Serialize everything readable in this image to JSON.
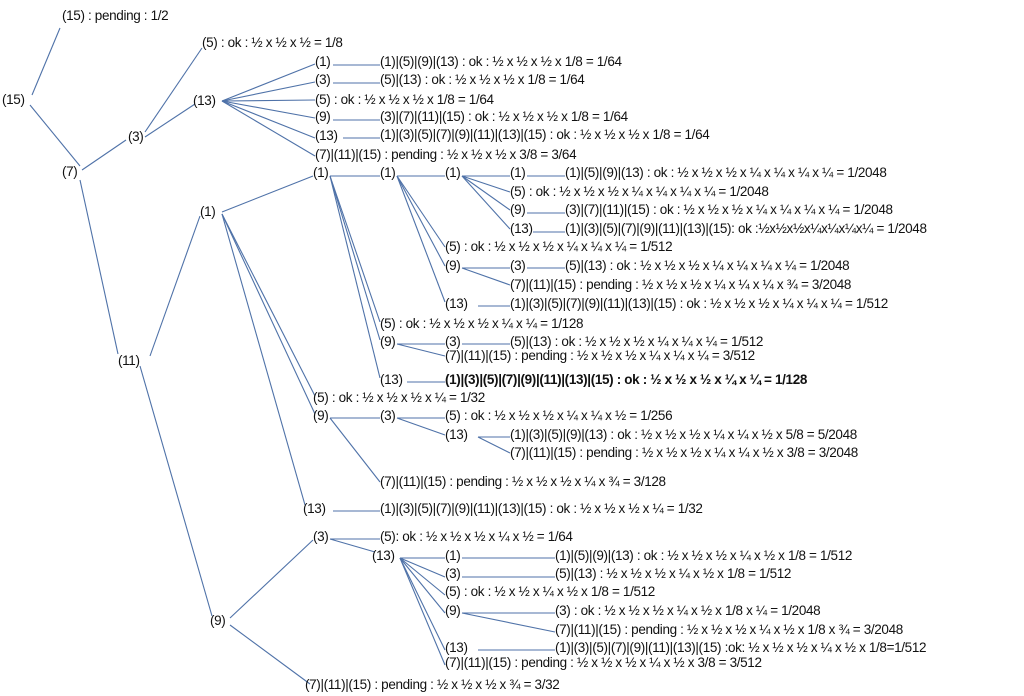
{
  "diagram": {
    "nodes": [
      "(15) : pending : 1/2",
      "(5) : ok : ½ x ½ x ½ = 1/8",
      "(15)",
      "(13)",
      "(3)",
      "(7)",
      "(1)",
      "(1)|(5)|(9)|(13) : ok : ½ x ½ x ½ x 1/8 = 1/64",
      "(3)",
      "(5)|(13) : ok : ½ x ½ x ½ x 1/8  = 1/64",
      "(5) : ok : ½ x ½ x ½ x 1/8 = 1/64",
      "(9)",
      "(3)|(7)|(11)|(15) : ok : ½ x ½ x ½ x 1/8 = 1/64",
      "(13)",
      "(1)|(3)|(5)|(7)|(9)|(11)|(13)|(15) : ok : ½ x ½ x ½ x 1/8 = 1/64",
      "(7)|(11)|(15) : pending : ½ x ½ x ½ x 3/8 = 3/64",
      "(1)",
      "(1)",
      "(1)",
      "(1)",
      "(1)|(5)|(9)|(13) : ok : ½ x ½ x ½ x ¼ x ¼ x ¼ x ¼  = 1/2048",
      "(5) : ok : ½ x ½ x ½ x ¼ x ¼ x ¼ x ¼ = 1/2048",
      "(9)",
      "(3)|(7)|(11)|(15) : ok : ½ x ½ x ½ x ¼ x ¼ x ¼ x ¼ = 1/2048",
      "(13)",
      "(1)|(3)|(5)|(7)|(9)|(11)|(13)|(15): ok :½x½x½x¼x¼x¼x¼ = 1/2048",
      "(5) : ok : ½ x ½ x ½ x ¼ x ¼ x ¼ = 1/512",
      "(9)",
      "(3)",
      "(5)|(13) : ok : ½ x ½ x ½ x ¼ x ¼ x ¼ x ¼ = 1/2048",
      "(7)|(11)|(15) : pending : ½ x ½ x ½ x ¼ x ¼ x ¼ x ¾ = 3/2048",
      "(13)",
      "(1)|(3)|(5)|(7)|(9)|(11)|(13)|(15) : ok : ½ x ½ x ½ x ¼ x ¼ x ¼ = 1/512",
      "(1)",
      "(5) : ok : ½ x ½ x ½ x ¼ x ¼ = 1/128",
      "(9)",
      "(3)",
      "(5)|(13) : ok : ½ x ½ x ½ x ¼ x ¼ x ¼ = 1/512",
      "(7)|(11)|(15) : pending : ½ x ½ x ½ x ¼ x ¼ x ¼ = 3/512",
      "(13)",
      "(1)|(3)|(5)|(7)|(9)|(11)|(13)|(15) : ok : ½ x ½ x ½ x ¼ x ¼ = 1/128",
      "(11)",
      "(5) : ok : ½ x ½ x ½ x ¼ = 1/32",
      "(9)",
      "(3)",
      "(5) : ok : ½ x ½ x ½ x ¼ x ¼ x ½ = 1/256",
      "(13)",
      "(1)|(3)|(5)|(9)|(13) : ok : ½ x ½ x ½ x ¼ x ¼ x ½ x 5/8 = 5/2048",
      "(7)|(11)|(15) : pending : ½ x ½ x ½ x ¼ x ¼ x ½ x 3/8 = 3/2048",
      "(7)|(11)|(15) : pending : ½ x ½ x ½ x ¼ x ¾ = 3/128",
      "(13)",
      "(1)|(3)|(5)|(7)|(9)|(11)|(13)|(15) : ok : ½ x ½ x ½ x ¼ = 1/32",
      "(3)",
      "(5): ok : ½ x ½ x ½ x ¼ x ½ = 1/64",
      "(13)",
      "(1)",
      "(1)|(5)|(9)|(13) : ok : ½ x ½ x ½ x ¼ x ½ x 1/8 = 1/512",
      "(3)",
      "(5)|(13) : ½ x ½ x ½ x ¼ x ½ x 1/8 = 1/512",
      "(5) : ok : ½ x ½ x ¼ x ½ x 1/8 = 1/512",
      "(9)",
      "(3) : ok : ½ x ½ x ½ x ¼ x ½ x 1/8 x ¼  = 1/2048",
      "(7)|(11)|(15) : pending : ½ x ½ x ½ x ¼ x ½ x 1/8 x ¾ = 3/2048",
      "(13)",
      "(1)|(3)|(5)|(7)|(9)|(11)|(13)|(15) :ok: ½ x ½ x ½ x ¼ x ½ x 1/8=1/512",
      "(7)|(11)|(15) : pending : ½ x ½ x ½ x ¼ x ½ x 3/8 = 3/512",
      "(9)",
      "(7)|(11)|(15) : pending : ½ x ½ x ½ x ¾  = 3/32"
    ],
    "edge_color": "#4f72a8"
  }
}
